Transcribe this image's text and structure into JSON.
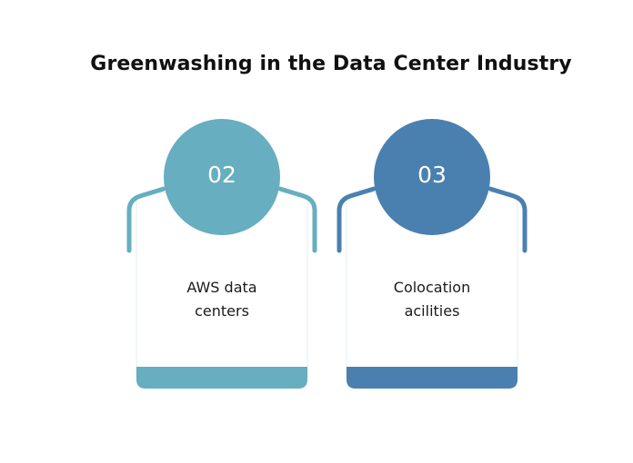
{
  "title": "Greenwashing in the Data Center Industry",
  "cards": [
    {
      "number": "02",
      "line1": "AWS data",
      "line2": "centers",
      "color": "#66aec0"
    },
    {
      "number": "03",
      "line1": "Colocation",
      "line2": "acilities",
      "color": "#4a80b0"
    }
  ]
}
